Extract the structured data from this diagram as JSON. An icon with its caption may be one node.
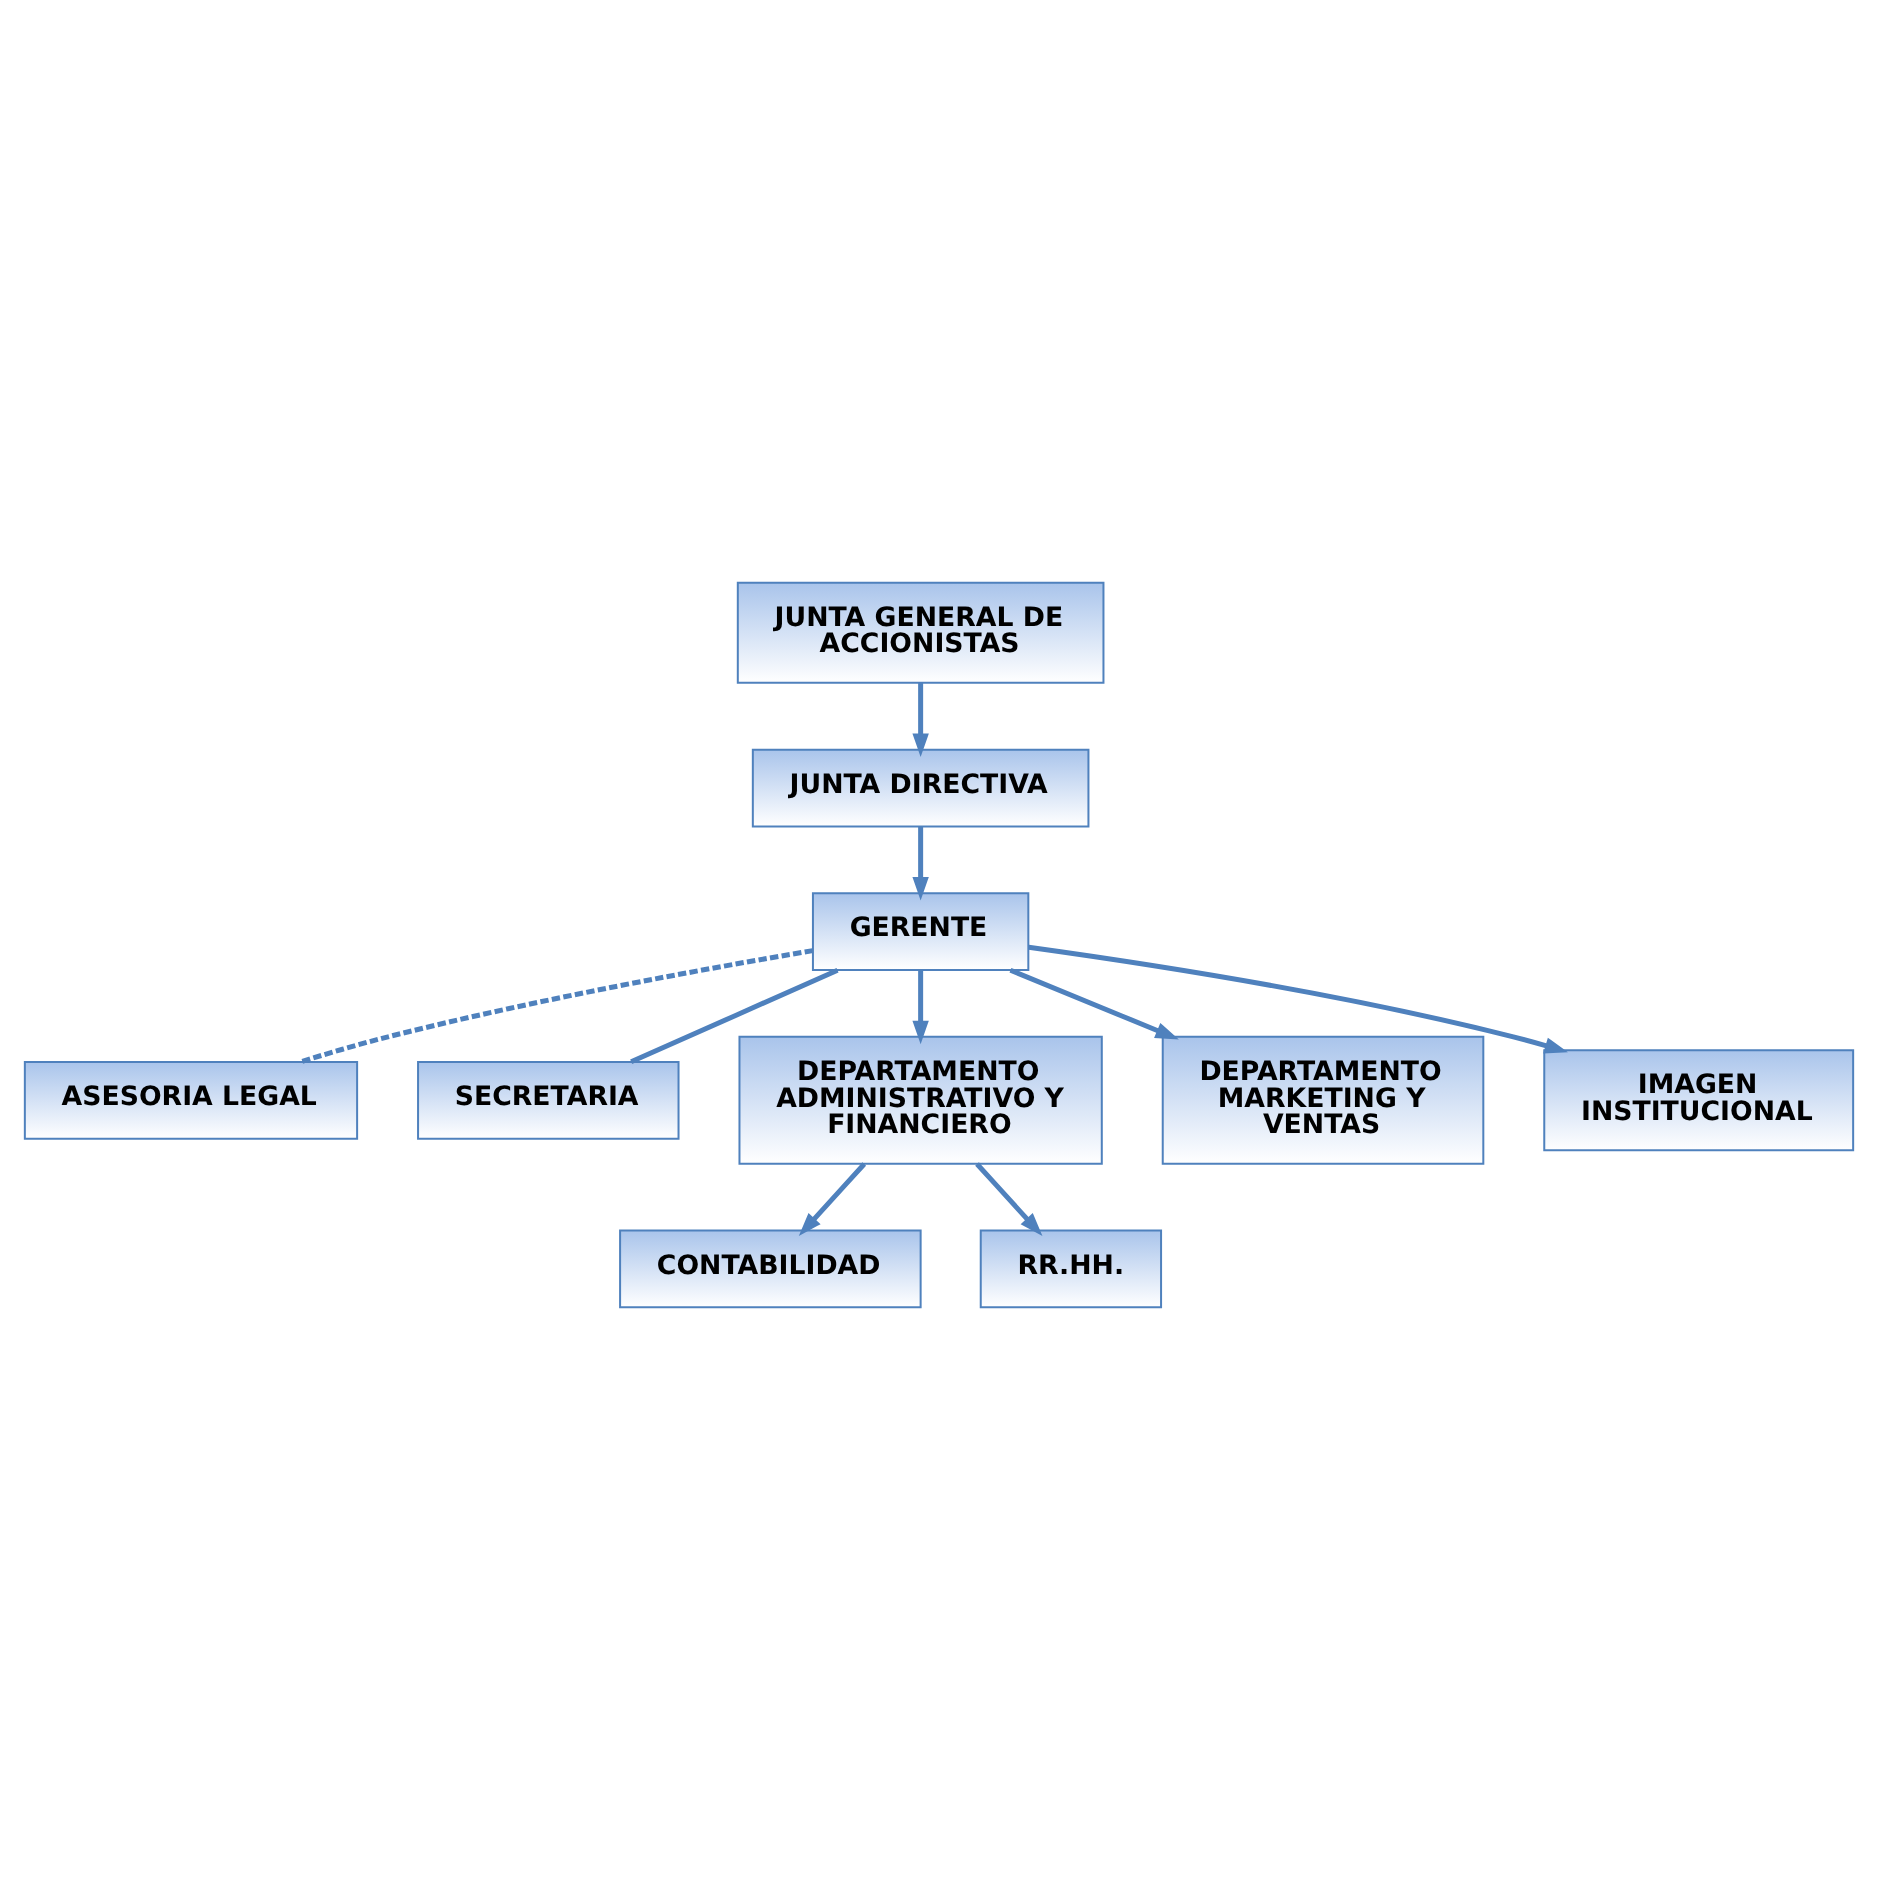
{
  "diagram": {
    "nodes": [
      {
        "text": [
          "JUNTA GENERAL DE ACCIONISTAS"
        ]
      },
      {
        "text": [
          "JUNTA DIRECTIVA"
        ]
      },
      {
        "text": [
          "GERENTE"
        ]
      },
      {
        "text": [
          "ASESORIA LEGAL"
        ]
      },
      {
        "text": [
          "SECRETARIA"
        ]
      },
      {
        "text": [
          "DEPARTAMENTO ADMINISTRATIVO Y FINANCIERO"
        ]
      },
      {
        "text": [
          "DEPARTAMENTO MARKETING Y VENTAS"
        ]
      },
      {
        "text": [
          "IMAGEN INSTITUCIONAL"
        ]
      },
      {
        "text": [
          "CONTABILIDAD"
        ]
      },
      {
        "text": [
          "RR.HH."
        ]
      }
    ],
    "edges": [
      {
        "from": 0,
        "to": 1,
        "arrow": "to"
      },
      {
        "from": 1,
        "to": 2,
        "arrow": "to"
      },
      {
        "from": 2,
        "to": 3,
        "arrow": "none",
        "style": "dashed"
      },
      {
        "from": 2,
        "to": 4,
        "arrow": "none"
      },
      {
        "from": 2,
        "to": 5,
        "arrow": "to"
      },
      {
        "from": 2,
        "to": 6,
        "arrow": "to"
      },
      {
        "from": 2,
        "to": 7,
        "arrow": "to"
      },
      {
        "from": 5,
        "to": 8,
        "arrow": "to"
      },
      {
        "from": 5,
        "to": 9,
        "arrow": "to"
      }
    ]
  }
}
